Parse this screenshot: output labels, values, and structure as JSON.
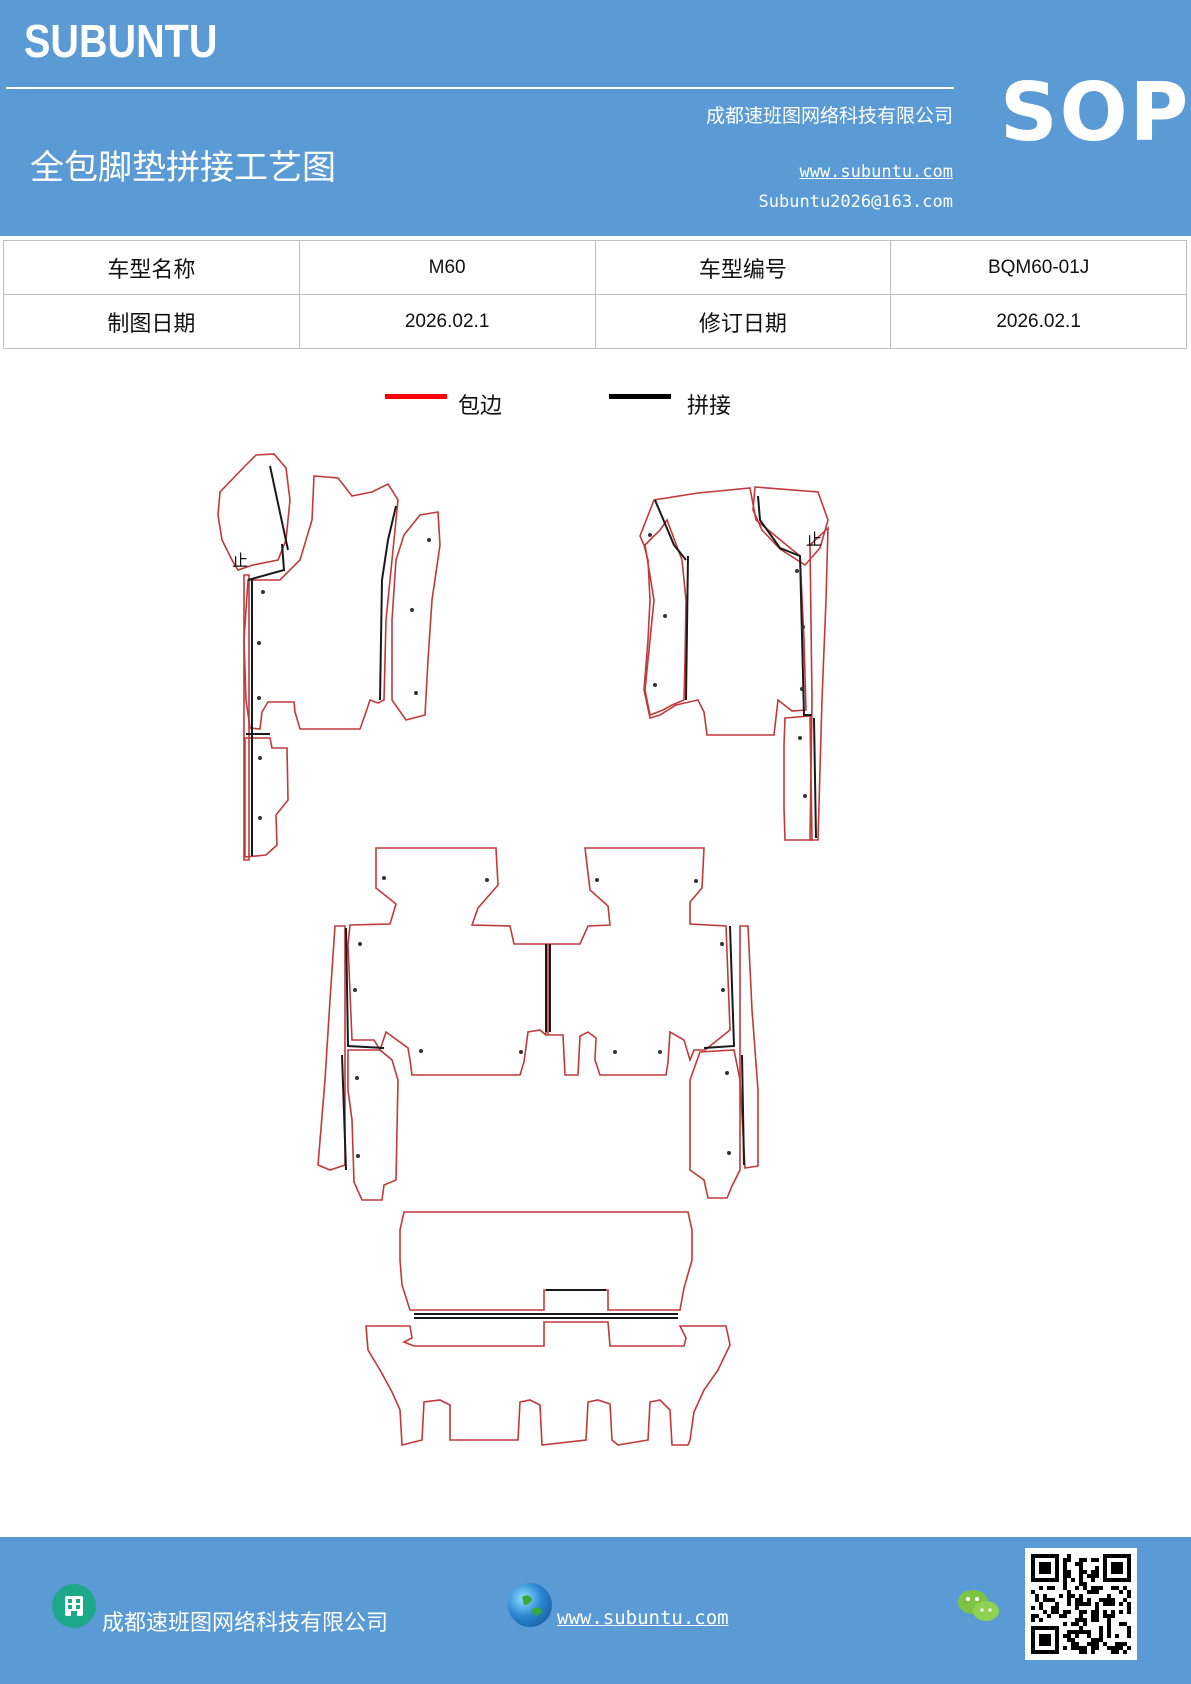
{
  "header": {
    "brand": "SUBUNTU",
    "company": "成都速班图网络科技有限公司",
    "website": "www.subuntu.com",
    "email": "Subuntu2026@163.com",
    "doc_title": "全包脚垫拼接工艺图",
    "doc_type": "SOP"
  },
  "info_table": {
    "model_name_label": "车型名称",
    "model_name_value": "M60",
    "model_code_label": "车型编号",
    "model_code_value": "BQM60-01J",
    "draw_date_label": "制图日期",
    "draw_date_value": "2026.02.1",
    "revise_date_label": "修订日期",
    "revise_date_value": "2026.02.1"
  },
  "legend": {
    "edge_label": "包边",
    "edge_color": "#ff0000",
    "seam_label": "拼接",
    "seam_color": "#000000"
  },
  "drawing": {
    "mark_left": "止",
    "mark_right": "止",
    "outline_color": "#c0393b",
    "seam_color": "#1a1a1a"
  },
  "footer": {
    "company_icon": "building-icon",
    "company": "成都速班图网络科技有限公司",
    "globe_icon": "globe-icon",
    "website": "www.subuntu.com",
    "wechat_icon": "wechat-icon",
    "qr_icon": "qr-code-icon"
  }
}
